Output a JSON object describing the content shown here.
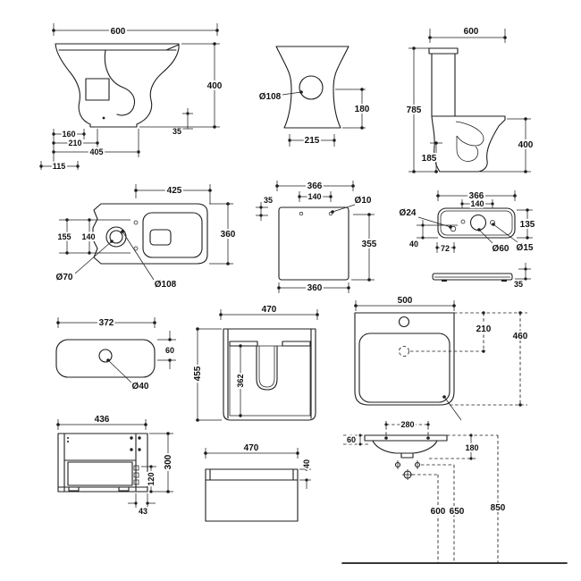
{
  "sheet": {
    "background": "#ffffff",
    "line_color": "#1d1d1d"
  },
  "pan_side": {
    "width": "600",
    "height": "400",
    "base": "35",
    "rows": [
      "160",
      "210",
      "405",
      "115"
    ]
  },
  "pan_rear": {
    "hole": "Ø108",
    "height": "180",
    "width": "215"
  },
  "wc_side": {
    "width": "600",
    "total_height": "785",
    "pan_height": "400",
    "trap_height": "185"
  },
  "pan_plan": {
    "length": "425",
    "width": "360",
    "left_a": "155",
    "left_b": "140",
    "hole_small": "Ø70",
    "hole_large": "Ø108"
  },
  "cistern_front": {
    "width": "366",
    "holes_span": "140",
    "top_offset": "35",
    "hole": "Ø10",
    "height": "355",
    "bottom_width": "360"
  },
  "cistern_plan": {
    "width": "366",
    "holes_span": "140",
    "hole_left": "Ø24",
    "depth": "135",
    "left_offset": "40",
    "bottom_span": "72",
    "hole_mid": "Ø60",
    "hole_right": "Ø15",
    "lid_height": "35"
  },
  "lid_plan": {
    "width": "372",
    "height": "60",
    "hole": "Ø40"
  },
  "vanity_side": {
    "depth": "436",
    "height": "300",
    "drawer": "120",
    "back_gap": "43"
  },
  "vanity_front": {
    "width": "470",
    "height": "455",
    "cutout": "362"
  },
  "drawer_plan": {
    "width": "470",
    "rail": "40"
  },
  "basin_plan": {
    "width": "500",
    "waste_offset": "210",
    "depth": "460"
  },
  "basin_install": {
    "holes_span": "280",
    "rim_drop": "60",
    "apron": "180",
    "h_waste": "600",
    "h_bolts": "650",
    "h_rim": "850"
  }
}
